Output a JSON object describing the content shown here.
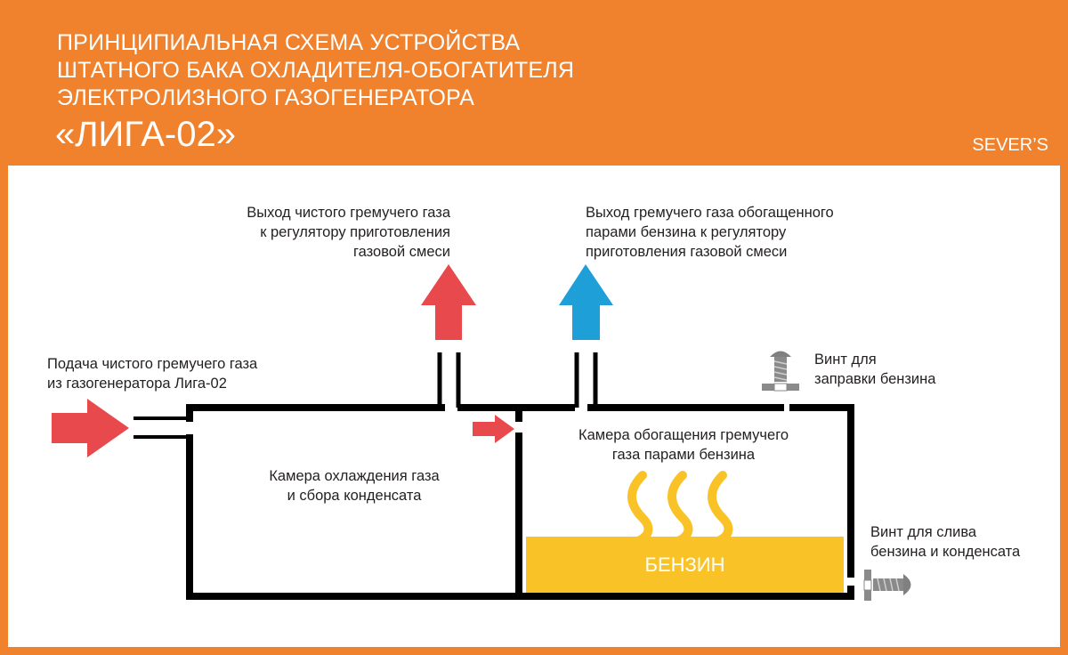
{
  "header": {
    "title_lines": [
      "ПРИНЦИПИАЛЬНАЯ СХЕМА УСТРОЙСТВА",
      "ШТАТНОГО БАКА ОХЛАДИТЕЛЯ-ОБОГАТИТЕЛЯ",
      "ЭЛЕКТРОЛИЗНОГО ГАЗОГЕНЕРАТОРА"
    ],
    "title_main": "«ЛИГА-02»",
    "brand": "SEVER’S"
  },
  "labels": {
    "inlet": [
      "Подача чистого гремучего газа",
      "из газогенератора Лига-02"
    ],
    "outlet_clean": [
      "Выход чистого гремучего газа",
      "к регулятору приготовления",
      "газовой смеси"
    ],
    "outlet_enriched": [
      "Выход гремучего газа обогащенного",
      "парами бензина к регулятору",
      "приготовления газовой смеси"
    ],
    "fill_screw": [
      "Винт для",
      "заправки бензина"
    ],
    "drain_screw": [
      "Винт для слива",
      "бензина и конденсата"
    ],
    "cooling_chamber": [
      "Камера охлаждения газа",
      "и сбора конденсата"
    ],
    "enrich_chamber": [
      "Камера обогащения гремучего",
      "газа парами бензина"
    ],
    "fuel": "БЕНЗИН"
  },
  "colors": {
    "background": "#f0822e",
    "panel": "#ffffff",
    "line": "#000000",
    "red_arrow": "#e8494d",
    "blue_arrow": "#1f9fd8",
    "fuel": "#f9c226",
    "screw": "#888888"
  },
  "icons": {
    "inlet_arrow": "right-arrow",
    "transfer_arrow": "right-arrow",
    "clean_outlet_arrow": "up-arrow",
    "enriched_outlet_arrow": "up-arrow",
    "fill_screw": "screw-vertical",
    "drain_screw": "screw-horizontal",
    "vapor": "wavy-lines"
  }
}
